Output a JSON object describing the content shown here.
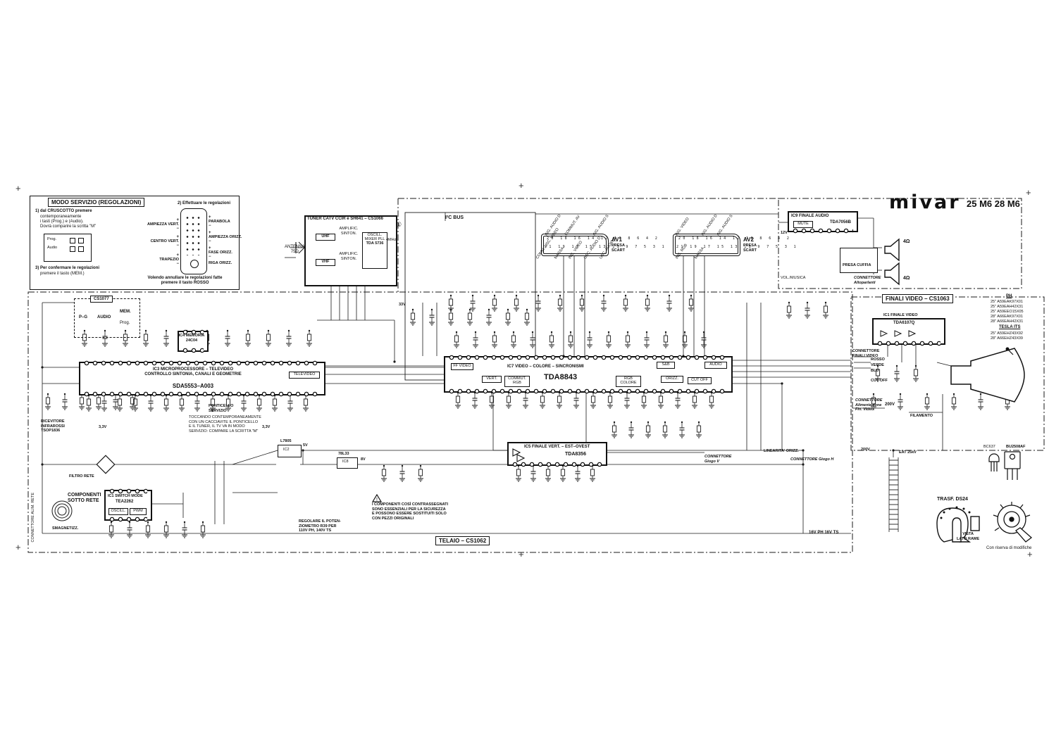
{
  "page": {
    "logo": "mivar",
    "models": "25 M6    28 M6",
    "chassis": "TELAIO  –  CS1062",
    "revision_note": "Con riserva di modifiche"
  },
  "service_box": {
    "title": "MODO SERVIZIO (REGOLAZIONI)",
    "step1a": "1) dal CRUSCOTTO premere",
    "step1b": "contemporaneamente",
    "step1c": "i tasti (Prog.) e (Audio).",
    "step1d": "Dovrà comparire la scritta \"M\"",
    "panel_key1": "Prog.",
    "panel_key2": "Audio",
    "step2": "2) Effettuare le regolazioni",
    "step3a": "3) Per confermare le regolazioni",
    "step3b": "premere il tasto (MEM.)",
    "footer_a": "Volendo annullare le regolazioni fatte",
    "footer_b": "premere il tasto ROSSO",
    "left_adjust": [
      {
        "label": "AMPIEZZA VERT."
      },
      {
        "label": "CENTRO VERT."
      },
      {
        "label": "TRAPEZIO"
      }
    ],
    "right_adjust": [
      {
        "label": "PARABOLA"
      },
      {
        "label": "AMPIEZZA ORIZZ."
      },
      {
        "label": "FASE ORIZZ."
      },
      {
        "label": "RIGA ORIZZ."
      }
    ]
  },
  "tuner": {
    "title": "TUNER CATV CCIR e SH641 – CS1066",
    "uhf": "UHF",
    "vhf": "VHF",
    "amp1": "AMPLIFIC. SINTON.",
    "amp2": "AMPLIFIC. SINTON.",
    "pll": "OSCILL. MIXER PLL",
    "pll_part": "TDA 5736",
    "xtal": "4MHz",
    "antenna": "ANTENNA",
    "antenna_z": "75Ω",
    "marker": "①"
  },
  "i2c": "I²C BUS",
  "scart": {
    "av1": {
      "name": "AV1",
      "type1": "PRESA",
      "type2": "SCART",
      "pins_top": "20 18 16 14 12 10 8 6 4 2",
      "pins_bottom": "21 19 17 15 13 11 9 7 5 3 1",
      "labels_top": [
        "ING. AUDIO D",
        "COMMUT. AV",
        "ING. AUDIO S"
      ],
      "labels_bottom": [
        "COMM. USC. VIDEO",
        "MASSA",
        "ING. VIDEO",
        "USC. AUDIO D",
        "USC. AUDIO S"
      ]
    },
    "av2": {
      "name": "AV2",
      "type1": "PRESA",
      "type2": "SCART",
      "pins_top": "20 18 16 14 12 10 8 6 4 2",
      "pins_bottom": "21 19 17 15 13 11 9 7 5 3 1",
      "labels_top": [
        "ING. VIDEO",
        "ING. AUDIO D",
        "ING. AUDIO S"
      ],
      "labels_bottom": [
        "ING. RGB",
        "MASSA"
      ]
    }
  },
  "audio": {
    "ic": "IC9   FINALE AUDIO",
    "part": "TDA7056B",
    "mute": "MUTE",
    "volume": "VOL./MUSICA",
    "headphone": "PRESA CUFFIA",
    "connector": "CONNETTORE",
    "connector2": "Altoparlanti",
    "imp1": "4Ω",
    "imp2": "4Ω"
  },
  "front_panel": {
    "board": "CS1077",
    "key_pg": "P–G",
    "key_audio": "AUDIO",
    "key_mem": "MEM.",
    "key_prog": "Prog."
  },
  "memory": {
    "ic": "IC4  MEMORIA",
    "part": "24C04"
  },
  "micro": {
    "line1": "IC3    MICROPROCESSORE  –  TELEVIDEO",
    "line2": "CONTROLLO SINTONIA, CANALI E GEOMETRIE",
    "part": "SDA5553–A003",
    "txt": "TELEVIDEO"
  },
  "ir": {
    "line1": "RICEVITORE",
    "line2": "INFRAROSSI",
    "part": "TSOP1836"
  },
  "jungle": {
    "line1": "IC7    VIDEO – COLORE – SINCRONISMI",
    "part": "TDA8843",
    "blk_ff": "FF VIDEO",
    "blk_vert": "VERT.",
    "blk_comm": "COMMUT. RGB",
    "blk_rgb": "RGB COLORE",
    "blk_oriz": "ORIZZ.",
    "blk_cutoff": "CUT OFF",
    "blk_audio": "AUDIO",
    "blk_sb": "S&B"
  },
  "vert_out": {
    "ic": "IC5   FINALE VERT. – EST–OVEST",
    "part": "TDA8356",
    "conn_v": "CONNETTORE",
    "conn_v2": "Giogo V"
  },
  "horiz": {
    "lin": "LINEARITA' ORIZZ.",
    "conn_h": "CONNETTORE",
    "conn_h2": "Giogo H"
  },
  "psu": {
    "warning1": "COMPONENTI",
    "warning2": "SOTTO RETE",
    "ic": "IC1   SWITCH MODE",
    "part": "TEA2262",
    "blk1": "OSCILL.",
    "blk2": "PWM",
    "filter": "FILTRO RETE",
    "degauss": "SMAGNETIZZ.",
    "mains_conn1": "CONNETTORE",
    "mains_conn2": "ALIM. RETE",
    "pot_note1": "REGOLARE IL POTEN-",
    "pot_note2": "ZIOMETRO R39 PER",
    "pot_note3": "110V PH, 140V TS"
  },
  "regulators": {
    "reg1": "L7805",
    "reg1_ic": "IC2",
    "reg2": "78L33",
    "reg2_ic": "IC8"
  },
  "video_board": {
    "title": "FINALI VIDEO  –  CS1063",
    "ic": "IC1  FINALE VIDEO",
    "part": "TDA6107Q",
    "conn": "CONNETTORE",
    "conn2": "FINALI VIDEO",
    "sig_r": "ROSSO",
    "sig_g": "VERDE",
    "sig_b": "BLU",
    "sig_cut": "CUT OFF",
    "pwr_conn": "CONNETTORE",
    "pwr_conn2": "Alimentazione",
    "pwr_conn3": "Fin. Video",
    "v200": "200V",
    "filament": "FILAMENTO",
    "eat": "EAT",
    "eat_v": "25kV",
    "ph_header": "PH",
    "ph_tubes": [
      "25\" A59EAK97X01",
      "25\" A59EAH42X31",
      "25\" A59EEO15X05",
      "28\" A66EAK97X01",
      "28\" A66EAH42X31"
    ],
    "tesla_header": "TESLA ITS",
    "tesla_tubes": [
      "25\" A59EHZ43X92",
      "28\" A66EHZ43X09"
    ]
  },
  "flyback": {
    "label": "TRASF. DS24",
    "view1": "VISTA",
    "view2": "LATO RAME"
  },
  "packages": {
    "p1": "BU2508AF",
    "p2": "BC637"
  },
  "notes": {
    "safety1": "I COMPONENTI COSÌ CONTRASSEGNATI",
    "safety2": "SONO ESSENZIALI PER LA SICUREZZA",
    "safety3": "E POSSONO ESSERE SOSTITUITI SOLO",
    "safety4": "CON PEZZI ORIGINALI",
    "jumper_t1": "PONTICELLO",
    "jumper_t2": "SERVIZIO",
    "jumper1": "TOCCANDO CONTEMPORANEAMENTE",
    "jumper2": "CON UN CACCIAVITE IL PONTICELLO",
    "jumper3": "E IL TUNER, IL TV VA IN MODO",
    "jumper4": "SERVIZIO: COMPARE LA SCRITTA \"M\""
  },
  "volts": {
    "v33": "3,3V",
    "v5": "5V",
    "v8": "8V",
    "v12": "12V",
    "v33b": "33V",
    "v16": "16V PH   16V TS",
    "v200": "200V"
  }
}
